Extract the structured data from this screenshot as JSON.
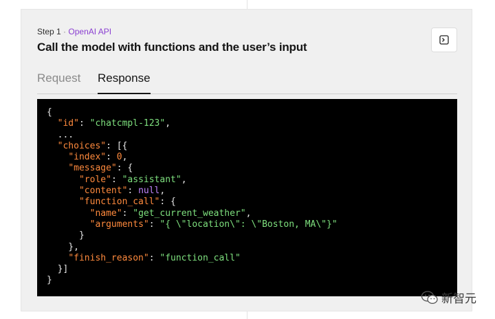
{
  "step": {
    "label": "Step 1",
    "separator": "·",
    "source": "OpenAI API"
  },
  "title": "Call the model with functions and the user’s input",
  "tabs": [
    {
      "label": "Request",
      "active": false
    },
    {
      "label": "Response",
      "active": true
    }
  ],
  "terminal_button_icon": "terminal-icon",
  "code": {
    "id_key": "\"id\"",
    "id_value": "\"chatcmpl-123\"",
    "ellipsis": "...",
    "choices_key": "\"choices\"",
    "index_key": "\"index\"",
    "index_value": "0",
    "message_key": "\"message\"",
    "role_key": "\"role\"",
    "role_value": "\"assistant\"",
    "content_key": "\"content\"",
    "content_value": "null",
    "function_call_key": "\"function_call\"",
    "name_key": "\"name\"",
    "name_value": "\"get_current_weather\"",
    "arguments_key": "\"arguments\"",
    "arguments_value": "\"{ \\\"location\\\": \\\"Boston, MA\\\"}\"",
    "finish_reason_key": "\"finish_reason\"",
    "finish_reason_value": "\"function_call\""
  },
  "watermark": {
    "text": "新智元",
    "icon": "wechat-icon"
  },
  "colors": {
    "key": "#ff8a3d",
    "string": "#7ee07e",
    "null": "#c084fc",
    "code_bg": "#000000",
    "source_link": "#8a3fd1"
  }
}
